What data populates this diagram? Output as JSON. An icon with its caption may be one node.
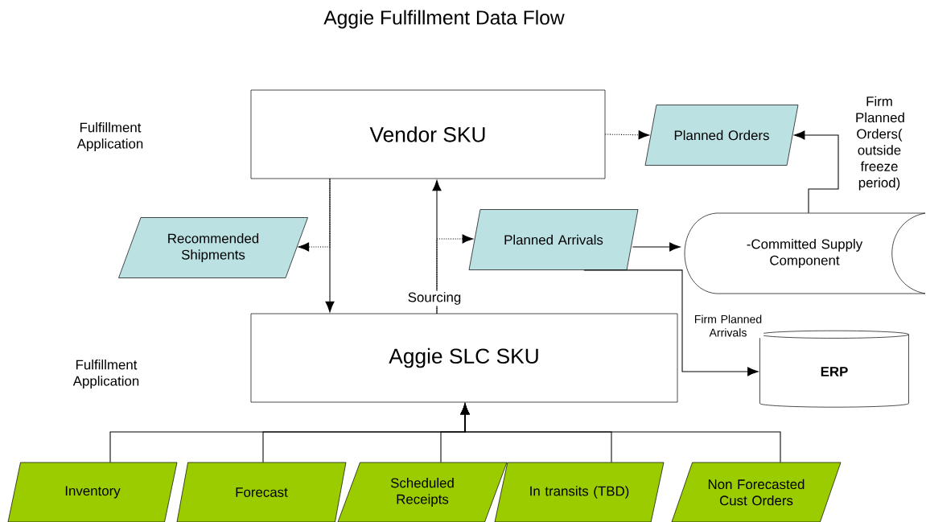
{
  "diagram": {
    "title": "Aggie Fulfillment Data Flow",
    "nodes": [
      {
        "text": [
          "Vendor SKU"
        ]
      },
      {
        "text": [
          "Planned Orders"
        ]
      },
      {
        "text": [
          "Recommended Shipments"
        ]
      },
      {
        "text": [
          "Planned Arrivals"
        ]
      },
      {
        "text": [
          "-Committed Supply Component"
        ]
      },
      {
        "text": [
          "Aggie SLC SKU"
        ]
      },
      {
        "text": [
          "ERP"
        ]
      },
      {
        "text": [
          "Inventory"
        ]
      },
      {
        "text": [
          "Forecast"
        ]
      },
      {
        "text": [
          "Scheduled Receipts"
        ]
      },
      {
        "text": [
          "In transits (TBD)"
        ]
      },
      {
        "text": [
          "Non Forecasted Cust Orders"
        ]
      }
    ],
    "edges": [
      {
        "from": 0,
        "to": 1,
        "arrow": "to",
        "style": "dashed"
      },
      {
        "from": 0,
        "to": 2,
        "arrow": "to",
        "style": "dashed"
      },
      {
        "from": 0,
        "to": 5,
        "arrow": "to"
      },
      {
        "from": 5,
        "to": 0,
        "arrow": "to",
        "label": "Sourcing"
      },
      {
        "from": 5,
        "to": 3,
        "arrow": "to",
        "style": "dashed"
      },
      {
        "from": 3,
        "to": 4,
        "arrow": "to"
      },
      {
        "from": 3,
        "to": 6,
        "arrow": "to",
        "label": "Firm Planned Arrivals"
      },
      {
        "from": 4,
        "to": 1,
        "arrow": "to",
        "label": "Firm Planned Orders( outside freeze period)"
      },
      {
        "from": 7,
        "to": 5,
        "arrow": "to"
      },
      {
        "from": 8,
        "to": 5,
        "arrow": "to"
      },
      {
        "from": 9,
        "to": 5,
        "arrow": "to"
      },
      {
        "from": 10,
        "to": 5,
        "arrow": "to"
      },
      {
        "from": 11,
        "to": 5,
        "arrow": "to"
      }
    ],
    "labels": [
      "Fulfillment Application",
      "Fulfillment Application"
    ]
  }
}
